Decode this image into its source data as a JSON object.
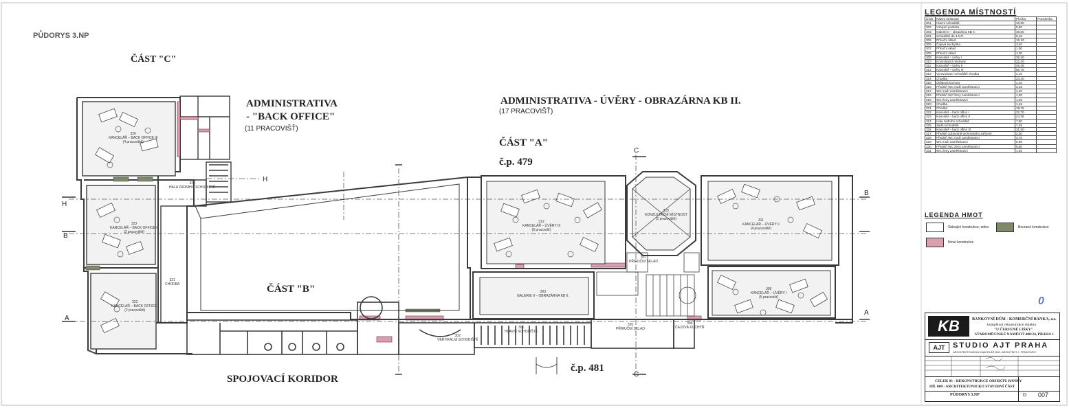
{
  "drawing": {
    "floor_title": "PŮDORYS 3.NP",
    "part_c": "ČÁST \"C\"",
    "part_a": "ČÁST \"A\"",
    "part_b": "ČÁST \"B\"",
    "cp_479": "č.p. 479",
    "cp_481": "č.p. 481",
    "admin_back_1": "ADMINISTRATIVA",
    "admin_back_2": "- \"BACK OFFICE\"",
    "admin_back_count": "(11 PRACOVIŠŤ)",
    "admin_uvery": "ADMINISTRATIVA - ÚVĚRY - OBRAZÁRNA KB II.",
    "admin_uvery_count": "(17 PRACOVIŠŤ)",
    "corridor": "SPOJOVACÍ KORIDOR",
    "section_marks": {
      "h": "H",
      "b": "B",
      "a": "A",
      "c": "C"
    },
    "stamp_zero": "0"
  },
  "rooms": [
    {
      "id": "326",
      "label": "326",
      "name": "KANCELÁŘ – BACK OFFICE III",
      "people": "(4 pracoviště)"
    },
    {
      "id": "323",
      "label": "323",
      "name": "KANCELÁŘ – BACK OFFICE II",
      "people": "(3 pracoviště)"
    },
    {
      "id": "322",
      "label": "322",
      "name": "KANCELÁŘ – BACK OFFICE I",
      "people": "(2 pracoviště)"
    },
    {
      "id": "312",
      "label": "312",
      "name": "KANCELÁŘ – ÚVĚRY III",
      "people": "(6 pracovišť)"
    },
    {
      "id": "311",
      "label": "311",
      "name": "KANCELÁŘ – ÚVĚRY II",
      "people": "(4 pracoviště)"
    },
    {
      "id": "309",
      "label": "309",
      "name": "KANCELÁŘ – ÚVĚRY I",
      "people": "(5 pracovišť)"
    },
    {
      "id": "303",
      "label": "303",
      "name": "GALERIE II – OBRAZÁRNA KB II.",
      "people": ""
    },
    {
      "id": "310",
      "label": "310",
      "name": "KONZULTAČNÍ MÍSTNOST",
      "people": "(2 pracoviště)"
    },
    {
      "id": "305",
      "label": "305",
      "name": "PŘÍRUČNÍ SKLAD",
      "people": ""
    },
    {
      "id": "302",
      "label": "302",
      "name": "VERTIKÁLNÍ SCHODIŠTĚ",
      "people": ""
    },
    {
      "id": "301",
      "label": "301",
      "name": "HLAVNÍ SCHODIŠTĚ",
      "people": ""
    },
    {
      "id": "324",
      "label": "324",
      "name": "HALA ZADNÍHO SCHODIŠTĚ",
      "people": ""
    },
    {
      "id": "321",
      "label": "321",
      "name": "CHODBA",
      "people": ""
    },
    {
      "id": "307",
      "label": "307",
      "name": "PŘÍRUČNÍ SKLAD",
      "people": ""
    },
    {
      "id": "306",
      "label": "306",
      "name": "ČAJOVÁ KUCHYŇ",
      "people": ""
    }
  ],
  "legend_rooms": {
    "title": "LEGENDA MÍSTNOSTÍ",
    "headers": [
      "Číslo",
      "Název místnosti",
      "Plocha",
      "Poznámka"
    ],
    "rows": [
      [
        "301",
        "Hlavní schodiště",
        "10,80",
        ""
      ],
      [
        "302",
        "Vstupní podesta",
        "5,80",
        ""
      ],
      [
        "303",
        "Galerie II – obrazárna KB II.",
        "48,60",
        ""
      ],
      [
        "304",
        "Schodiště do 4.N.P.",
        "6,15",
        ""
      ],
      [
        "305",
        "Příruční sklad",
        "15,10",
        ""
      ],
      [
        "306",
        "Čajová kuchyňka",
        "3,20",
        ""
      ],
      [
        "307",
        "Příruční sklad",
        "1,00",
        ""
      ],
      [
        "308",
        "Příruční sklad",
        "1,00",
        ""
      ],
      [
        "309",
        "Kancelář – úvěry I",
        "35,30",
        ""
      ],
      [
        "310",
        "Konzultační místnost",
        "22,40",
        ""
      ],
      [
        "311",
        "Kancelář – úvěry II",
        "46,45",
        ""
      ],
      [
        "312",
        "Kancelář – úvěry III",
        "56,75",
        ""
      ],
      [
        "313",
        "Vyrovnávací schodiště chodba",
        "4,15",
        ""
      ],
      [
        "314",
        "Chodba",
        "23,20",
        ""
      ],
      [
        "315",
        "Úklidová komora",
        "1,10",
        ""
      ],
      [
        "316",
        "Předsíň WC muži zaměstnanci",
        "3,15",
        ""
      ],
      [
        "317",
        "WC muži zaměstnanci",
        "1,40",
        ""
      ],
      [
        "318",
        "Předsíň WC ženy zaměstnanci",
        "1,30",
        ""
      ],
      [
        "319",
        "WC ženy zaměstnanci",
        "1,25",
        ""
      ],
      [
        "320",
        "Chodba",
        "1,15",
        ""
      ],
      [
        "321",
        "Chodba",
        "18,15",
        ""
      ],
      [
        "322",
        "Kancelář – back office I",
        "22,70",
        ""
      ],
      [
        "323",
        "Kancelář – back office II",
        "24,35",
        ""
      ],
      [
        "324",
        "Hala zadního schodiště",
        "7,90",
        ""
      ],
      [
        "325",
        "Zadní schodiště",
        "7,45",
        ""
      ],
      [
        "326",
        "Kancelář – back office III",
        "31,50",
        ""
      ],
      [
        "327",
        "Předsíň zdravotně technického zařízení",
        "2,30",
        ""
      ],
      [
        "328",
        "Předsíň WC muži zaměstnanci",
        "3,70",
        ""
      ],
      [
        "329",
        "WC muži zaměstnanci",
        "0,95",
        ""
      ],
      [
        "330",
        "Předsíň WC ženy zaměstnanci",
        "5,60",
        ""
      ],
      [
        "331",
        "WC ženy zaměstnanci",
        "1,20",
        ""
      ]
    ]
  },
  "legend_hmot": {
    "title": "LEGENDA HMOT",
    "existing": "Stávající konstrukce, zdivo",
    "demolition": "Bourané konstrukce",
    "new": "Nové konstrukce"
  },
  "title_block": {
    "logo": "KB",
    "client_1": "BANKOVNÍ DŮM - KOMERČNÍ BANKA, a.s.",
    "client_2": "komplexní rekonstrukce objektu",
    "client_3": "\"U ČERVENÉ LIŠKY\"",
    "client_4": "STAROMĚSTSKÉ NÁMĚSTÍ 480/24, PRAHA 1",
    "studio_logo": "AJT",
    "studio": "STUDIO AJT PRAHA",
    "studio_sub": "ARCHITEKTONICKÁ KANCELÁŘ ING. ARCHITEKT J. TRNKOVEC",
    "part_1": "CELEK 01 - REKONSTRUKCE OBJEKTU BANKY",
    "part_2": "DÍL 000 - ARCHITEKTONICKO STAVEBNÍ ČÁST",
    "drawing_name": "PŮDORYS 3.NP",
    "letter": "D",
    "number": "007"
  },
  "colors": {
    "line": "#3a3a3a",
    "new_construction": "#d9a0b0",
    "demolition": "#7f8a6a",
    "fill_light": "#f2f2f2"
  }
}
